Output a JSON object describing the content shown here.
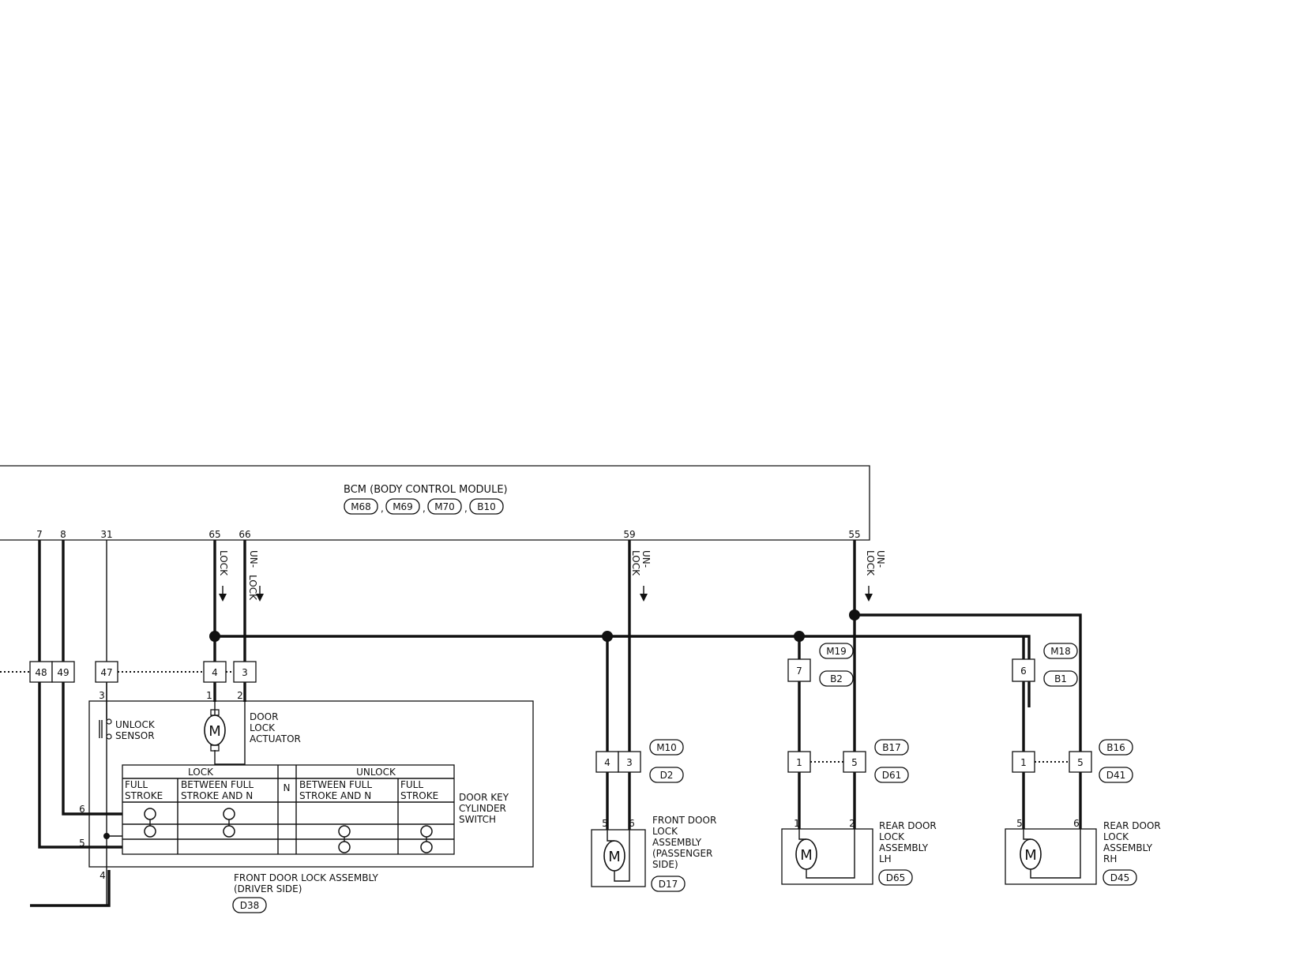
{
  "bcm": {
    "title": "BCM (BODY CONTROL MODULE)",
    "connectors": [
      "M68",
      "M69",
      "M70",
      "B10"
    ],
    "pins": {
      "p7": "7",
      "p8": "8",
      "p31": "31",
      "p65": "65",
      "p66": "66",
      "p59": "59",
      "p55": "55"
    }
  },
  "signals": {
    "lock_65": [
      "LOCK"
    ],
    "unlock_66": [
      "UN-",
      "LOCK"
    ],
    "unlock_59": [
      "UN-",
      "LOCK"
    ],
    "unlock_55": [
      "UN-",
      "LOCK"
    ]
  },
  "junction_left": {
    "terms": {
      "t48": "48",
      "t49": "49",
      "t47": "47",
      "t4": "4",
      "t3": "3"
    }
  },
  "driver_door": {
    "pins": {
      "p3": "3",
      "p1": "1",
      "p2": "2",
      "p6": "6",
      "p5": "5",
      "p4": "4"
    },
    "sensor_lines": [
      "UNLOCK",
      "SENSOR"
    ],
    "actuator_lines": [
      "DOOR",
      "LOCK",
      "ACTUATOR"
    ],
    "motor": "M",
    "switch_lines": [
      "DOOR KEY",
      "CYLINDER",
      "SWITCH"
    ],
    "table": {
      "lock": "LOCK",
      "n": "N",
      "unlock": "UNLOCK",
      "c1": [
        "FULL",
        "STROKE"
      ],
      "c2": [
        "BETWEEN FULL",
        "STROKE AND N"
      ],
      "c3": [
        "BETWEEN FULL",
        "STROKE AND N"
      ],
      "c4": [
        "FULL",
        "STROKE"
      ]
    },
    "title_lines": [
      "FRONT DOOR LOCK ASSEMBLY",
      "(DRIVER SIDE)"
    ],
    "connector": "D38"
  },
  "passenger_door": {
    "terms": {
      "t4": "4",
      "t3": "3"
    },
    "conn_a": "M10",
    "conn_b": "D2",
    "pins": {
      "p5": "5",
      "p6": "6"
    },
    "motor": "M",
    "title_lines": [
      "FRONT DOOR",
      "LOCK",
      "ASSEMBLY",
      "(PASSENGER",
      " SIDE)"
    ],
    "connector": "D17"
  },
  "rear_lh": {
    "joint": {
      "term": "7",
      "conn_a": "M19",
      "conn_b": "B2"
    },
    "terms": {
      "t1": "1",
      "t5": "5"
    },
    "conn_a": "B17",
    "conn_b": "D61",
    "pins": {
      "p1": "1",
      "p2": "2"
    },
    "motor": "M",
    "title_lines": [
      "REAR DOOR",
      "LOCK",
      "ASSEMBLY",
      "LH"
    ],
    "connector": "D65"
  },
  "rear_rh": {
    "joint": {
      "term": "6",
      "conn_a": "M18",
      "conn_b": "B1"
    },
    "terms": {
      "t1": "1",
      "t5": "5"
    },
    "conn_a": "B16",
    "conn_b": "D41",
    "pins": {
      "p5": "5",
      "p6": "6"
    },
    "motor": "M",
    "title_lines": [
      "REAR DOOR",
      "LOCK",
      "ASSEMBLY",
      "RH"
    ],
    "connector": "D45"
  }
}
